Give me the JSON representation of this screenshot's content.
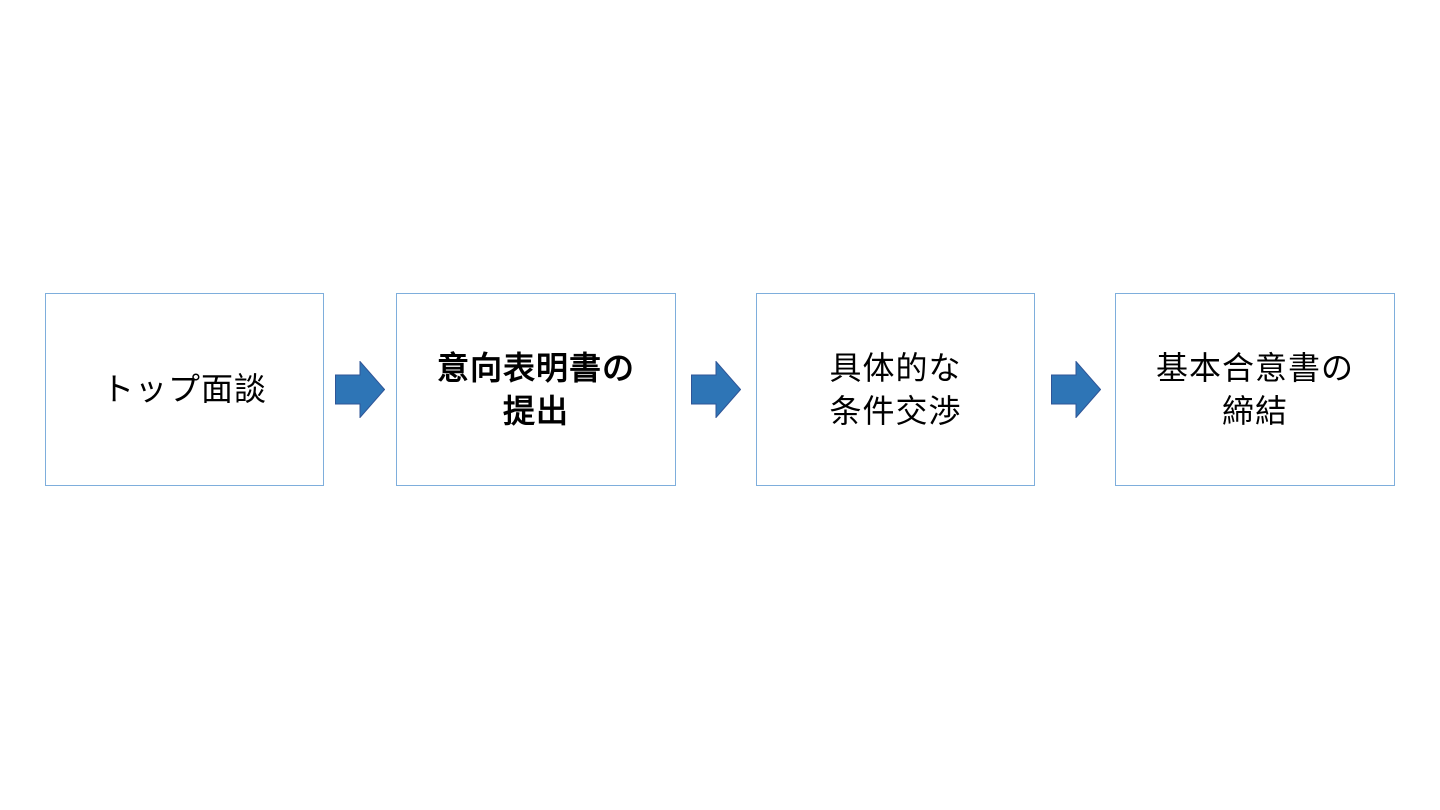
{
  "steps": [
    {
      "lines": [
        "トップ面談"
      ],
      "emphasis": false
    },
    {
      "lines": [
        "意向表明書の",
        "提出"
      ],
      "emphasis": true
    },
    {
      "lines": [
        "具体的な",
        "条件交渉"
      ],
      "emphasis": false
    },
    {
      "lines": [
        "基本合意書の",
        "締結"
      ],
      "emphasis": false
    }
  ],
  "colors": {
    "box_border": "#7eaedc",
    "arrow_fill": "#2e75b6",
    "arrow_stroke": "#2f5597",
    "text": "#000000"
  },
  "connector_icon": "right-arrow-icon"
}
